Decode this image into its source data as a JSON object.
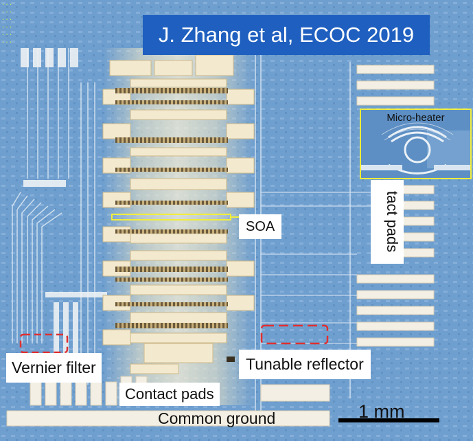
{
  "image": {
    "title": "J. Zhang et al, ECOC 2019",
    "microscope_overlay": [
      "...",
      "...",
      "...",
      "...",
      "...",
      "..."
    ],
    "labels": {
      "soa": "SOA",
      "contact_pads_right": "tact pads",
      "vernier_filter": "Vernier filter",
      "tunable_reflector": "Tunable reflector",
      "contact_pads_bottom": "Contact pads",
      "common_ground": "Common ground",
      "micro_heater": "Micro-heater"
    },
    "scale_bar_label": "1 mm",
    "colors": {
      "title_background": "#1f5fbf",
      "chip_background": "#6f9fcf",
      "gold_pads": "#f3e9cf",
      "highlight_yellow": "#f2ee3a",
      "dashed_box_red": "#e03030",
      "overlay_text": "#d8ff3a"
    }
  }
}
